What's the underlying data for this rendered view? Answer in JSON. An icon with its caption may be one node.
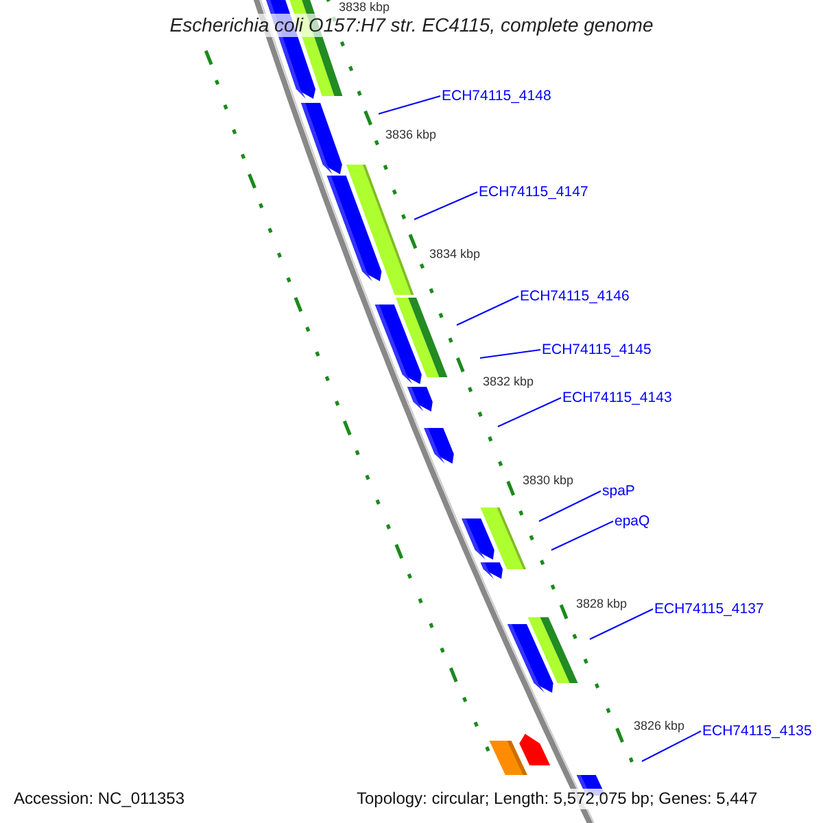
{
  "diagram": {
    "title": "Escherichia coli O157:H7 str. EC4115, complete genome",
    "nodes": [
      {
        "text": [
          "ECH74115_4148"
        ]
      },
      {
        "text": [
          "ECH74115_4147"
        ]
      },
      {
        "text": [
          "ECH74115_4146"
        ]
      },
      {
        "text": [
          "ECH74115_4145"
        ]
      },
      {
        "text": [
          "ECH74115_4143"
        ]
      },
      {
        "text": [
          "spaP"
        ]
      },
      {
        "text": [
          "epaQ"
        ]
      },
      {
        "text": [
          "ECH74115_4137"
        ]
      },
      {
        "text": [
          "ECH74115_4135"
        ]
      }
    ],
    "edges": [
      {
        "from": 0,
        "to": null,
        "arrow": "none"
      },
      {
        "from": 1,
        "to": null,
        "arrow": "none"
      },
      {
        "from": 2,
        "to": null,
        "arrow": "none"
      },
      {
        "from": 3,
        "to": null,
        "arrow": "none"
      },
      {
        "from": 4,
        "to": null,
        "arrow": "none"
      },
      {
        "from": 5,
        "to": null,
        "arrow": "none"
      },
      {
        "from": 6,
        "to": null,
        "arrow": "none"
      },
      {
        "from": 7,
        "to": null,
        "arrow": "none"
      },
      {
        "from": 8,
        "to": null,
        "arrow": "none"
      }
    ],
    "labels": [
      "3838 kbp",
      "3836 kbp",
      "3834 kbp",
      "3832 kbp",
      "3830 kbp",
      "3828 kbp",
      "3826 kbp",
      "Accession: NC_011353",
      "Topology: circular; Length: 5,572,075 bp; Genes: 5,447"
    ]
  }
}
